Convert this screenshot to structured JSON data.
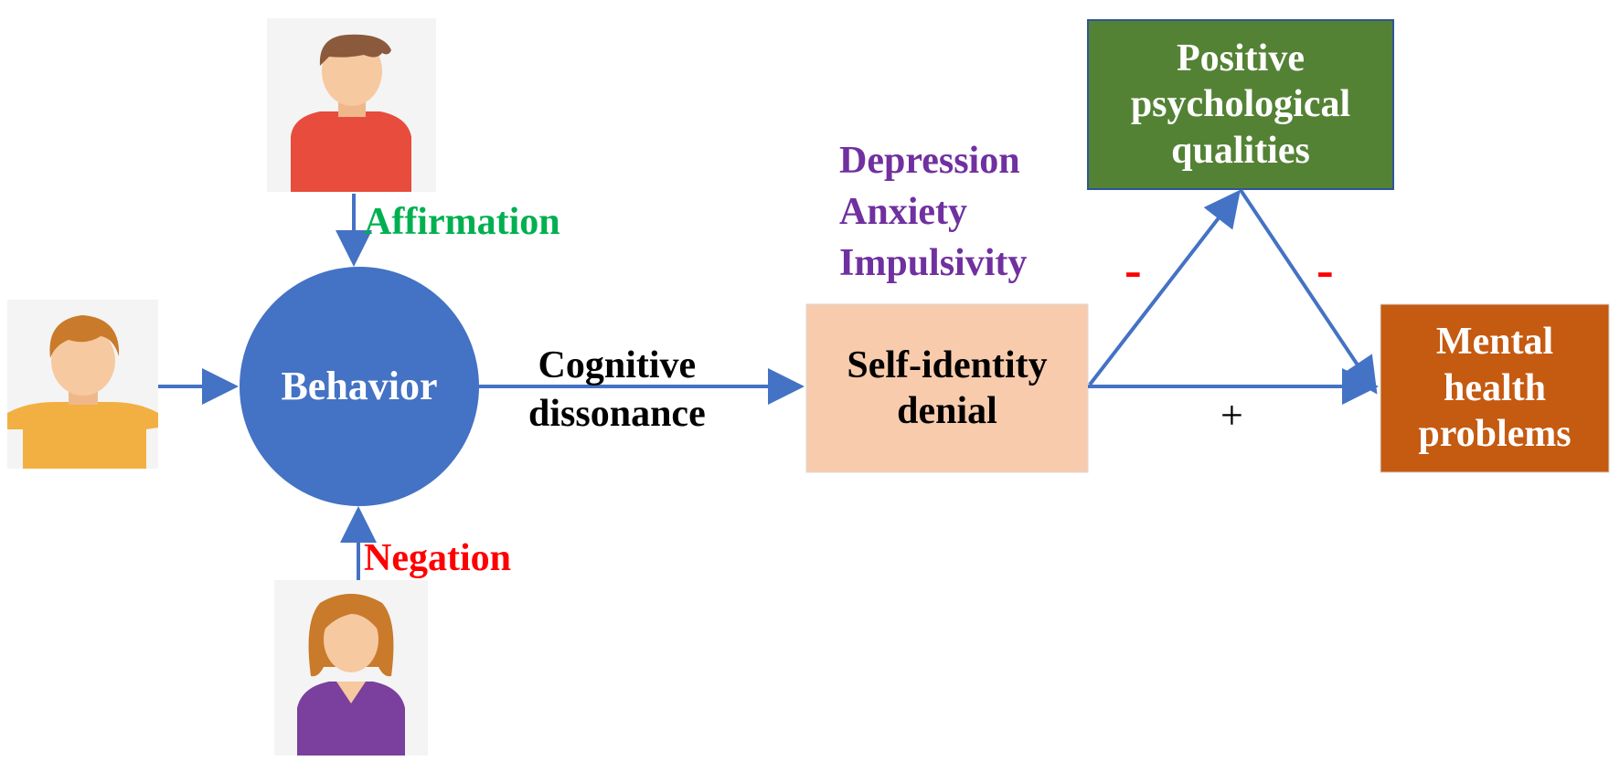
{
  "nodes": {
    "behavior": "Behavior",
    "self_identity": [
      "Self-identity",
      "denial"
    ],
    "positive": [
      "Positive",
      "psychological",
      "qualities"
    ],
    "mental": [
      "Mental",
      "health",
      "problems"
    ]
  },
  "edge_labels": {
    "affirmation": "Affirmation",
    "negation": "Negation",
    "cognitive": [
      "Cognitive",
      "dissonance"
    ],
    "minus_left": "-",
    "minus_right": "-",
    "plus": "+"
  },
  "moderators": [
    "Depression",
    "Anxiety",
    "Impulsivity"
  ],
  "colors": {
    "arrow": "#4472c4",
    "behavior_fill": "#4472c4",
    "self_identity_fill": "#f8cbad",
    "positive_fill": "#548235",
    "mental_fill": "#c55a11",
    "affirmation": "#00b050",
    "negation": "#ff0000",
    "moderators": "#7030a0",
    "minus": "#ff0000",
    "avatar_male_top_shirt": "#e74c3c",
    "avatar_left_shirt": "#f2b043",
    "avatar_female_shirt": "#7b3f9e",
    "skin": "#f6c9a0",
    "hair_brown": "#8b5a3c",
    "hair_orange": "#c97a2b"
  },
  "icons": [
    "male-person-icon",
    "male-person-icon",
    "female-person-icon"
  ]
}
